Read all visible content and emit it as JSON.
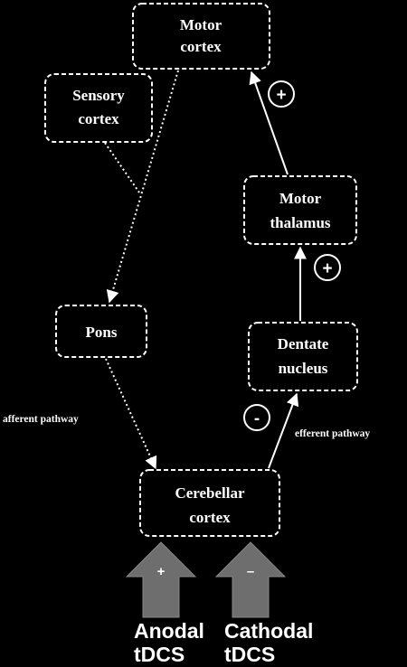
{
  "nodes": {
    "motor_cortex": {
      "line1": "Motor",
      "line2": "cortex"
    },
    "sensory_cortex": {
      "line1": "Sensory",
      "line2": "cortex"
    },
    "motor_thalamus": {
      "line1": "Motor",
      "line2": "thalamus"
    },
    "pons": {
      "line1": "Pons"
    },
    "dentate_nucleus": {
      "line1": "Dentate",
      "line2": "nucleus"
    },
    "cerebellar_cortex": {
      "line1": "Cerebellar",
      "line2": "cortex"
    }
  },
  "pathway_labels": {
    "afferent": "afferent pathway",
    "efferent": "efferent pathway"
  },
  "signs": {
    "thalamus_to_motor": "+",
    "dentate_to_thalamus": "+",
    "cerebellar_to_dentate": "-"
  },
  "stimulation": {
    "anodal": {
      "sign": "+",
      "line1": "Anodal",
      "line2": "tDCS"
    },
    "cathodal": {
      "sign": "–",
      "line1": "Cathodal",
      "line2": "tDCS"
    }
  },
  "colors": {
    "background": "#000000",
    "foreground": "#ffffff",
    "stim_arrow": "#6e6e6e"
  }
}
